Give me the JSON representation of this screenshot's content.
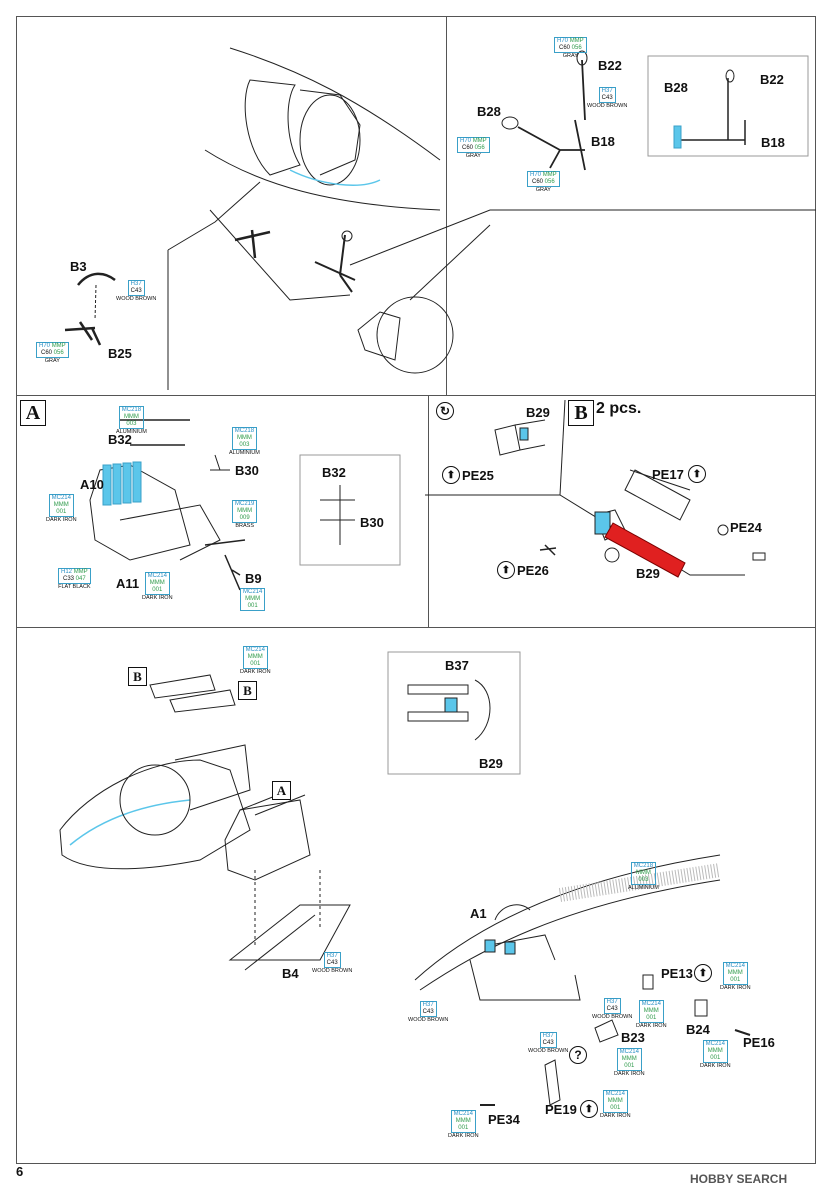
{
  "page": {
    "number": "6",
    "watermark": "HOBBY SEARCH"
  },
  "colors": {
    "blue_ref": "#2b8fc4",
    "green_ref": "#2e9a4a",
    "highlight_red": "#e02020",
    "highlight_blue": "#5bc6ea"
  },
  "section_markers": {
    "a": "A",
    "b": "B",
    "b_qty": "2 pcs."
  },
  "symbols": {
    "rotate": "rotate-icon",
    "photo_etch": "pe-icon",
    "question": "?"
  },
  "top": {
    "parts": {
      "b3": "B3",
      "b25": "B25",
      "b28": "B28",
      "b22": "B22",
      "b18": "B18"
    },
    "inset": {
      "b28": "B28",
      "b22": "B22",
      "b18": "B18"
    },
    "colors": {
      "gray1": {
        "h": "H70",
        "m": "MMP",
        "c": "C60",
        "n": "056",
        "name": "GRAY"
      },
      "gray2": {
        "h": "H70",
        "m": "MMP",
        "c": "C60",
        "n": "056",
        "name": "GRAY"
      },
      "gray3": {
        "h": "H70",
        "m": "MMP",
        "c": "C60",
        "n": "056",
        "name": "GRAY"
      },
      "gray4": {
        "h": "H70",
        "m": "MMP",
        "c": "C60",
        "n": "056",
        "name": "GRAY"
      },
      "brown1": {
        "h": "H37",
        "c": "C43",
        "name": "WOOD BROWN"
      },
      "brown2": {
        "h": "H37",
        "c": "C43",
        "name": "WOOD BROWN"
      }
    }
  },
  "a_section": {
    "parts": {
      "b32": "B32",
      "b30": "B30",
      "a10": "A10",
      "a11": "A11",
      "b9": "B9"
    },
    "inset": {
      "b32": "B32",
      "b30": "B30"
    },
    "colors": {
      "alu1": {
        "a": "MC218",
        "b": "MMM",
        "c": "003",
        "name": "ALUMINIUM"
      },
      "alu2": {
        "a": "MC218",
        "b": "MMM",
        "c": "003",
        "name": "ALUMINIUM"
      },
      "brass": {
        "a": "MC219",
        "b": "MMM",
        "c": "009",
        "name": "BRASS"
      },
      "iron1": {
        "a": "MC214",
        "b": "MMM",
        "c": "001",
        "name": "DARK IRON"
      },
      "iron2": {
        "a": "MC214",
        "b": "MMM",
        "c": "001",
        "name": "DARK IRON"
      },
      "iron3": {
        "a": "MC214",
        "b": "MMM",
        "c": "001",
        "name": ""
      },
      "black": {
        "h": "H12",
        "m": "MMP",
        "c": "C33",
        "n": "047",
        "name": "FLAT BLACK"
      }
    }
  },
  "b_section": {
    "parts": {
      "b29a": "B29",
      "pe25": "PE25",
      "pe17": "PE17",
      "pe24": "PE24",
      "pe26": "PE26",
      "b29b": "B29"
    }
  },
  "bottom": {
    "inset": {
      "b37": "B37",
      "b29": "B29"
    },
    "parts": {
      "b4": "B4",
      "a1": "A1",
      "pe13": "PE13",
      "b24": "B24",
      "pe16": "PE16",
      "b23": "B23",
      "pe19": "PE19",
      "pe34": "PE34"
    },
    "colors": {
      "iron_top": {
        "a": "MC214",
        "b": "MMM",
        "c": "001",
        "name": "DARK IRON"
      },
      "brown_b4": {
        "h": "H37",
        "c": "C43",
        "name": "WOOD BROWN"
      },
      "alu": {
        "a": "MC218",
        "b": "MMM",
        "c": "003",
        "name": "ALUMINIUM"
      },
      "brown_a1": {
        "h": "H37",
        "c": "C43",
        "name": "WOOD BROWN"
      },
      "brown_b23": {
        "h": "H37",
        "c": "C43",
        "name": "WOOD BROWN"
      },
      "brown_pe19": {
        "h": "H37",
        "c": "C43",
        "name": "WOOD BROWN"
      },
      "iron_pe13": {
        "a": "MC214",
        "b": "MMM",
        "c": "001",
        "name": "DARK IRON"
      },
      "iron_b24": {
        "a": "MC214",
        "b": "MMM",
        "c": "001",
        "name": "DARK IRON"
      },
      "iron_b23": {
        "a": "MC214",
        "b": "MMM",
        "c": "001",
        "name": "DARK IRON"
      },
      "iron_pe19": {
        "a": "MC214",
        "b": "MMM",
        "c": "001",
        "name": "DARK IRON"
      },
      "iron_pe16": {
        "a": "MC214",
        "b": "MMM",
        "c": "001",
        "name": "DARK IRON"
      },
      "iron_pe34": {
        "a": "MC214",
        "b": "MMM",
        "c": "001",
        "name": "DARK IRON"
      }
    }
  }
}
